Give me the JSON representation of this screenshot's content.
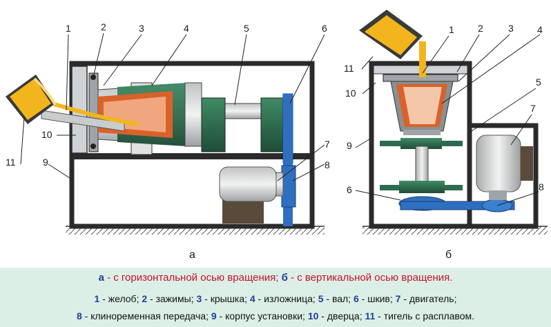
{
  "sublabel_a": "а",
  "sublabel_b": "б",
  "figure_a": {
    "callouts": [
      "1",
      "2",
      "3",
      "4",
      "5",
      "6",
      "7",
      "8",
      "9",
      "10",
      "11"
    ]
  },
  "figure_b": {
    "callouts": [
      "1",
      "2",
      "3",
      "4",
      "5",
      "6",
      "7",
      "8",
      "9",
      "10",
      "11"
    ]
  },
  "caption": {
    "a_key": "а",
    "a_text": " - с горизонтальной осью вращения; ",
    "b_key": "б",
    "b_text": " - с вертикальной осью вращения.",
    "legend_row1": [
      {
        "num": "1",
        "text": " - желоб; "
      },
      {
        "num": "2",
        "text": " - зажимы; "
      },
      {
        "num": "3",
        "text": " - крышка; "
      },
      {
        "num": "4",
        "text": " - изложница; "
      },
      {
        "num": "5",
        "text": " - вал; "
      },
      {
        "num": "6",
        "text": " - шкив; "
      },
      {
        "num": "7",
        "text": " - двигатель;"
      }
    ],
    "legend_row2": [
      {
        "num": "8",
        "text": " - клиноременная передача; "
      },
      {
        "num": "9",
        "text": " - корпус установки; "
      },
      {
        "num": "10",
        "text": " - дверца; "
      },
      {
        "num": "11",
        "text": " - тигель с расплавом."
      }
    ]
  },
  "colors": {
    "frame": "#2b2b2b",
    "panel": "#cfd3d6",
    "mold_green": "#2e6b4e",
    "mold_orange": "#d9622b",
    "melt_yellow": "#f2b51d",
    "belt_blue": "#2f6fc0",
    "motor_gray": "#cfd1d0",
    "caption_bg": "#dcefe6",
    "caption_red": "#c8102e",
    "caption_blue": "#1f3f9a"
  }
}
